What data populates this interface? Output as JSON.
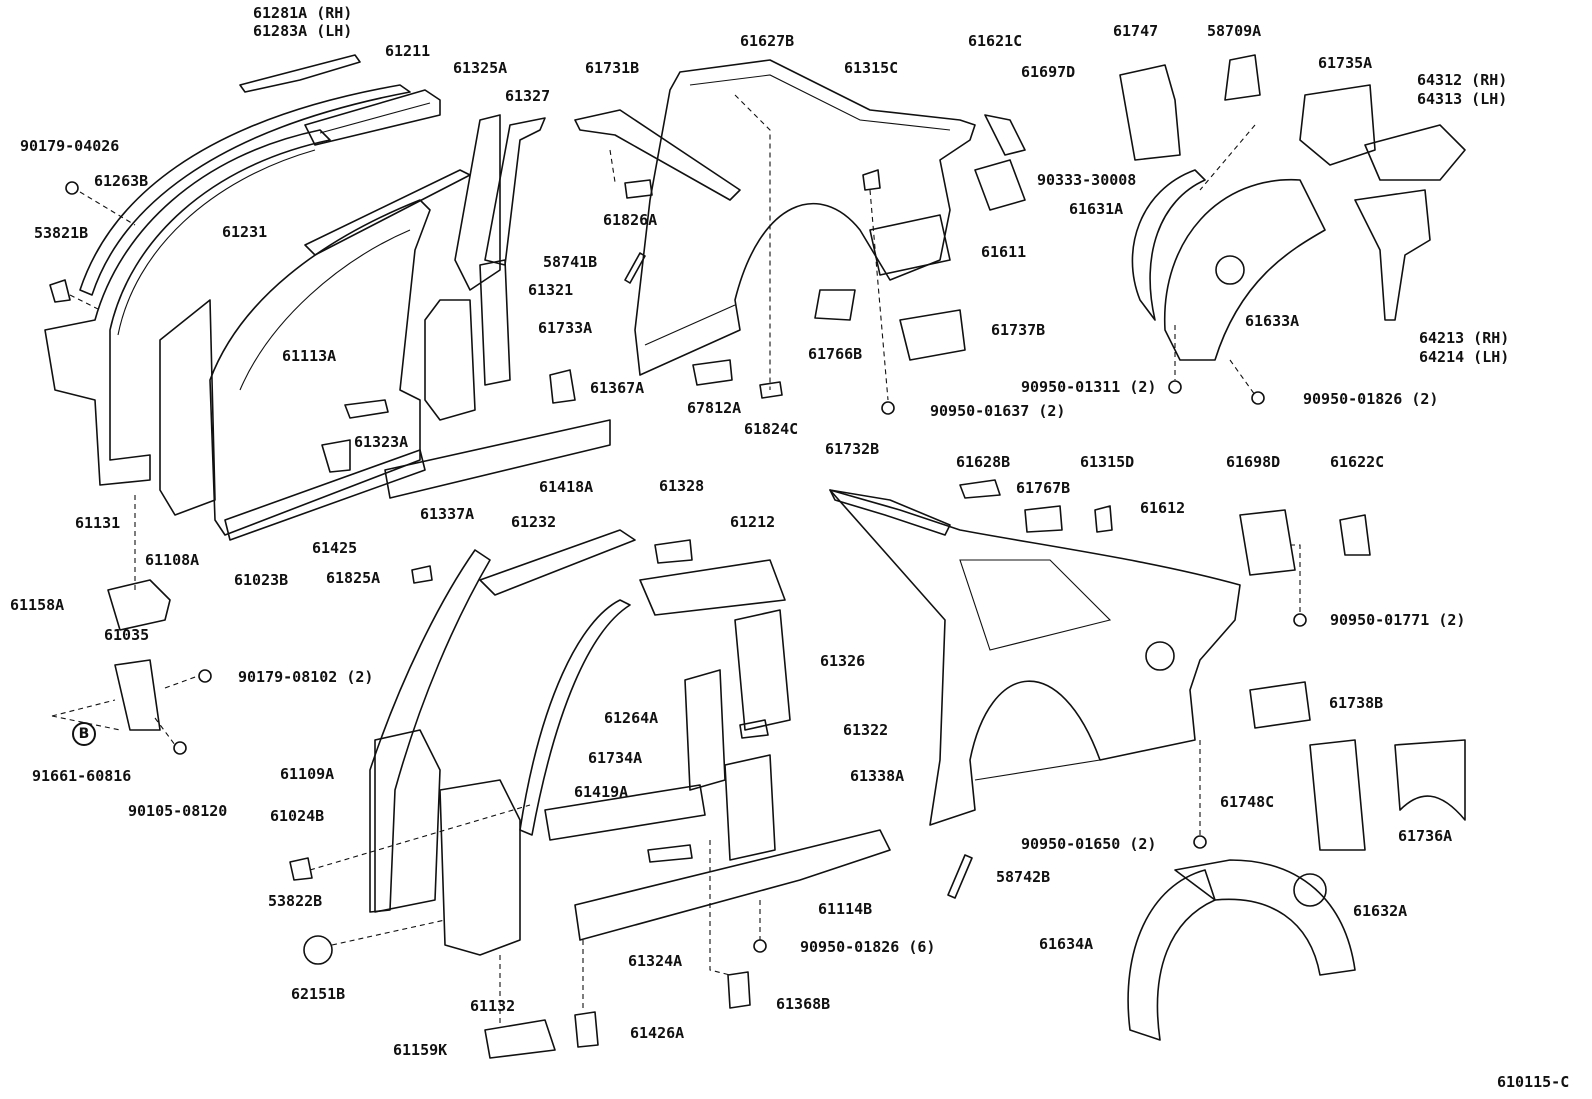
{
  "diagram": {
    "ref_code": "610115-C",
    "circle_marker": "B",
    "labels": {
      "p61281A": "61281A (RH)",
      "p61283A": "61283A (LH)",
      "p61211": "61211",
      "p61325A": "61325A",
      "p61327": "61327",
      "p90179_04026": "90179-04026",
      "p61263B": "61263B",
      "p61231": "61231",
      "p53821B": "53821B",
      "p61321": "61321",
      "p61733A": "61733A",
      "p61113A": "61113A",
      "p61323A": "61323A",
      "p61131": "61131",
      "p61108A": "61108A",
      "p61023B": "61023B",
      "p61425": "61425",
      "p61337A": "61337A",
      "p61418A": "61418A",
      "p61158A": "61158A",
      "p61035": "61035",
      "p90179_08102": "90179-08102 (2)",
      "p91661_60816": "91661-60816",
      "p90105_08120": "90105-08120",
      "p61731B": "61731B",
      "p61627B": "61627B",
      "p61315C": "61315C",
      "p61621C": "61621C",
      "p61697D": "61697D",
      "p61826A": "61826A",
      "p58741B": "58741B",
      "p61611": "61611",
      "p61766B": "61766B",
      "p61737B": "61737B",
      "p61367A": "61367A",
      "p67812A": "67812A",
      "p61824C": "61824C",
      "p90950_01637": "90950-01637 (2)",
      "p61747": "61747",
      "p58709A": "58709A",
      "p61735A": "61735A",
      "p64312": "64312 (RH)",
      "p64313": "64313 (LH)",
      "p90333_30008": "90333-30008",
      "p61631A": "61631A",
      "p61633A": "61633A",
      "p64213": "64213 (RH)",
      "p64214": "64214 (LH)",
      "p90950_01311": "90950-01311 (2)",
      "p90950_01826_2": "90950-01826 (2)",
      "p61732B": "61732B",
      "p61628B": "61628B",
      "p61315D": "61315D",
      "p61767B": "61767B",
      "p61612": "61612",
      "p61698D": "61698D",
      "p61622C": "61622C",
      "p90950_01771": "90950-01771 (2)",
      "p61738B": "61738B",
      "p61748C": "61748C",
      "p61736A": "61736A",
      "p90950_01650": "90950-01650 (2)",
      "p58742B": "58742B",
      "p61632A": "61632A",
      "p61634A": "61634A",
      "p61328": "61328",
      "p61212": "61212",
      "p61232": "61232",
      "p61825A": "61825A",
      "p61326": "61326",
      "p61264A": "61264A",
      "p61322": "61322",
      "p61734A": "61734A",
      "p61338A": "61338A",
      "p61109A": "61109A",
      "p61419A": "61419A",
      "p61024B": "61024B",
      "p61114B": "61114B",
      "p53822B": "53822B",
      "p90950_01826_6": "90950-01826 (6)",
      "p61324A": "61324A",
      "p62151B": "62151B",
      "p61132": "61132",
      "p61368B": "61368B",
      "p61159K": "61159K",
      "p61426A": "61426A"
    }
  }
}
